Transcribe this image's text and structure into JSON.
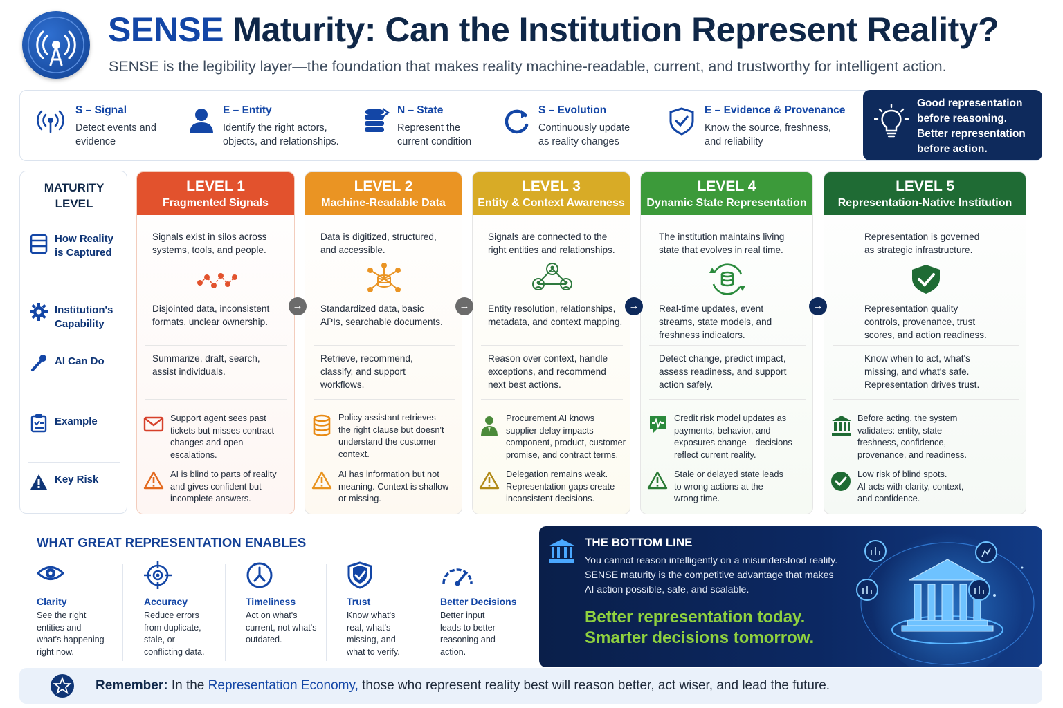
{
  "header": {
    "title_a": "SENSE",
    "title_b": "Maturity: Can the Institution Represent Reality?",
    "subtitle": "SENSE is the legibility layer—the foundation that makes reality machine-readable, current, and trustworthy for intelligent action."
  },
  "sense": [
    {
      "title": "S – Signal",
      "line1": "Detect events and",
      "line2": "evidence",
      "icon": "signal-icon"
    },
    {
      "title": "E – Entity",
      "line1": "Identify the right actors,",
      "line2": "objects, and relationships.",
      "icon": "person-icon"
    },
    {
      "title": "N – State",
      "line1": "Represent the",
      "line2": "current condition",
      "icon": "database-icon"
    },
    {
      "title": "S – Evolution",
      "line1": "Continuously update",
      "line2": "as reality changes",
      "icon": "refresh-icon"
    },
    {
      "title": "E – Evidence & Provenance",
      "line1": "Know the source, freshness,",
      "line2": "and reliability",
      "icon": "shield-check-icon"
    }
  ],
  "good_box": {
    "line1": "Good representation",
    "line2": "before reasoning.",
    "line3": "Better representation",
    "line4": "before action."
  },
  "labels": {
    "title1": "MATURITY",
    "title2": "LEVEL",
    "captured1": "How Reality",
    "captured2": "is Captured",
    "capability1": "Institution's",
    "capability2": "Capability",
    "ai": "AI Can Do",
    "example": "Example",
    "risk": "Key Risk"
  },
  "levels": [
    {
      "level": "LEVEL 1",
      "name": "Fragmented Signals",
      "color": "#e2522d",
      "captured": [
        "Signals exist in silos across",
        "systems, tools, and people."
      ],
      "capability": [
        "Disjointed data, inconsistent",
        "formats, unclear ownership."
      ],
      "ai": [
        "Summarize, draft, search,",
        "assist individuals."
      ],
      "example": [
        "Support agent sees past",
        "tickets but misses contract",
        "changes and open escalations."
      ],
      "risk": [
        "AI is blind to parts of reality",
        "and gives confident but",
        "incomplete answers."
      ]
    },
    {
      "level": "LEVEL 2",
      "name": "Machine-Readable Data",
      "color": "#ea9423",
      "captured": [
        "Data is digitized, structured,",
        "and accessible."
      ],
      "capability": [
        "Standardized data, basic",
        "APIs, searchable documents."
      ],
      "ai": [
        "Retrieve, recommend,",
        "classify, and support",
        "workflows."
      ],
      "example": [
        "Policy assistant retrieves",
        "the right clause but doesn't",
        "understand the customer",
        "context."
      ],
      "risk": [
        "AI has information but not",
        "meaning. Context is shallow",
        "or missing."
      ]
    },
    {
      "level": "LEVEL 3",
      "name": "Entity & Context Awareness",
      "color": "#d8ab26",
      "captured": [
        "Signals are connected to the",
        "right entities and relationships."
      ],
      "capability": [
        "Entity resolution, relationships,",
        "metadata, and context mapping."
      ],
      "ai": [
        "Reason over context, handle",
        "exceptions, and recommend",
        "next best actions."
      ],
      "example": [
        "Procurement AI knows",
        "supplier delay impacts",
        "component, product, customer",
        "promise, and contract terms."
      ],
      "risk": [
        "Delegation remains weak.",
        "Representation gaps create",
        "inconsistent decisions."
      ]
    },
    {
      "level": "LEVEL 4",
      "name": "Dynamic State Representation",
      "color": "#3c9a3a",
      "captured": [
        "The institution maintains living",
        "state that evolves in real time."
      ],
      "capability": [
        "Real-time updates, event",
        "streams, state models, and",
        "freshness indicators."
      ],
      "ai": [
        "Detect change, predict impact,",
        "assess readiness, and support",
        "action safely."
      ],
      "example": [
        "Credit risk model updates as",
        "payments, behavior, and",
        "exposures change—decisions",
        "reflect current reality."
      ],
      "risk": [
        "Stale or delayed state leads",
        "to wrong actions at the",
        "wrong time."
      ]
    },
    {
      "level": "LEVEL 5",
      "name": "Representation-Native Institution",
      "color": "#1f6b34",
      "captured": [
        "Representation is governed",
        "as strategic infrastructure."
      ],
      "capability": [
        "Representation quality",
        "controls, provenance, trust",
        "scores, and action readiness."
      ],
      "ai": [
        "Know when to act, what's",
        "missing, and what's safe.",
        "Representation drives trust."
      ],
      "example": [
        "Before acting, the system",
        "validates: entity, state",
        "freshness, confidence,",
        "provenance, and readiness."
      ],
      "risk": [
        "Low risk of blind spots.",
        "AI acts with clarity, context,",
        "and confidence."
      ]
    }
  ],
  "enables": {
    "title": "WHAT GREAT REPRESENTATION ENABLES",
    "items": [
      {
        "title": "Clarity",
        "lines": [
          "See the right",
          "entities and",
          "what's happening",
          "right now."
        ],
        "icon": "eye-icon"
      },
      {
        "title": "Accuracy",
        "lines": [
          "Reduce errors",
          "from duplicate,",
          "stale, or",
          "conflicting data."
        ],
        "icon": "target-icon"
      },
      {
        "title": "Timeliness",
        "lines": [
          "Act on what's",
          "current, not what's",
          "outdated."
        ],
        "icon": "clock-icon"
      },
      {
        "title": "Trust",
        "lines": [
          "Know what's",
          "real, what's",
          "missing, and",
          "what to verify."
        ],
        "icon": "shield-check-icon"
      },
      {
        "title": "Better Decisions",
        "lines": [
          "Better input",
          "leads to better",
          "reasoning and",
          "action."
        ],
        "icon": "gauge-icon"
      }
    ]
  },
  "bottom_line": {
    "title": "THE BOTTOM LINE",
    "body1": "You cannot reason intelligently on a misunderstood reality.",
    "body2": "SENSE maturity is the competitive advantage that makes",
    "body3": "AI action possible, safe, and scalable.",
    "tag1": "Better representation today.",
    "tag2": "Smarter decisions tomorrow."
  },
  "remember": {
    "label": "Remember:",
    "pre": "In the",
    "highlight": "Representation Economy,",
    "post": "those who represent reality best will reason better, act wiser, and lead the future."
  },
  "colors": {
    "navy": "#0e2a5c",
    "blue": "#1346a6",
    "green_tag": "#8fd13f"
  }
}
